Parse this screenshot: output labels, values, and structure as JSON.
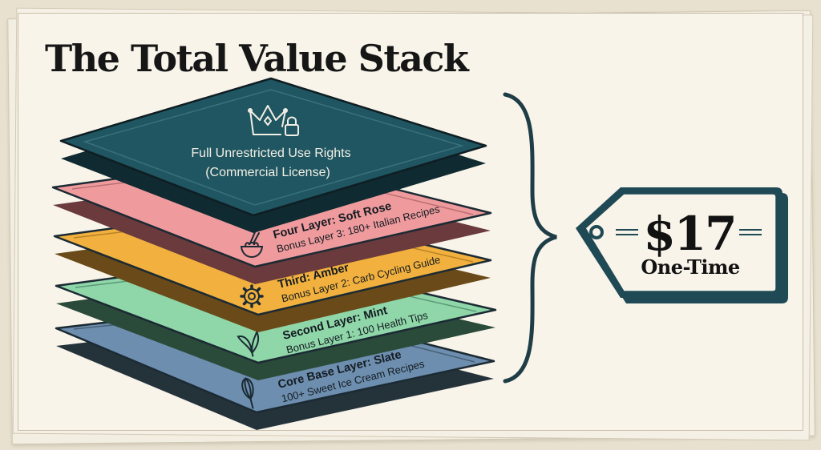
{
  "title": "The Total Value Stack",
  "top_layer": {
    "line1": "Full Unrestricted Use Rights",
    "line2": "(Commercial License)",
    "icon": "crown-lock-icon",
    "color": "#1f5662"
  },
  "layers": [
    {
      "title": "Four Layer: Soft Rose",
      "subtitle": "Bonus Layer 3: 180+ Italian Recipes",
      "icon": "pasta-bowl-icon",
      "color": "#ef9b9e"
    },
    {
      "title": "Third: Amber",
      "subtitle": "Bonus Layer 2: Carb Cycling Guide",
      "icon": "gear-icon",
      "color": "#f2b13e"
    },
    {
      "title": "Second Layer: Mint",
      "subtitle": "Bonus Layer 1: 100 Health Tips",
      "icon": "leaf-icon",
      "color": "#8fd6a9"
    },
    {
      "title": "Core Base Layer: Slate",
      "subtitle": "100+ Sweet Ice Cream Recipes",
      "icon": "whisk-icon",
      "color": "#6d8eae"
    }
  ],
  "price_tag": {
    "price": "$17",
    "label": "One-Time",
    "icon": "price-tag-icon",
    "border_color": "#1f4a55"
  }
}
